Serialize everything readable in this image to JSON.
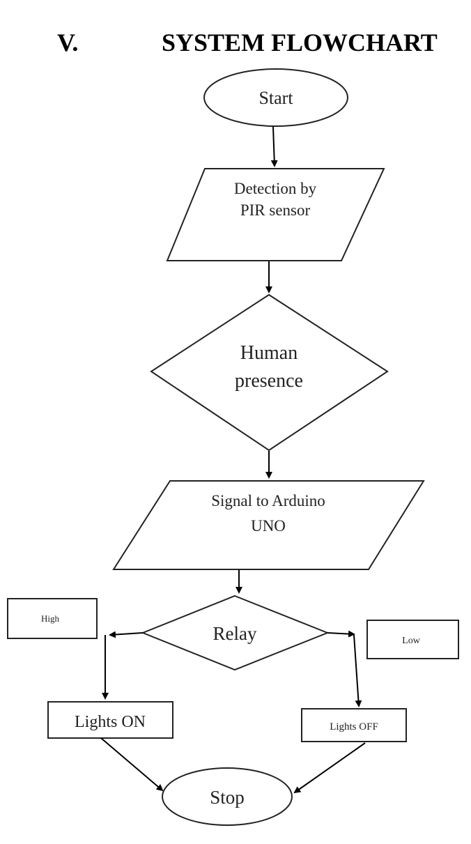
{
  "heading": {
    "number": "V.",
    "title": "SYSTEM FLOWCHART"
  },
  "flowchart": {
    "start": "Start",
    "detection": [
      "Detection by",
      "PIR sensor"
    ],
    "decision_presence": [
      "Human",
      "presence"
    ],
    "signal": [
      "Signal to Arduino",
      "UNO"
    ],
    "relay": "Relay",
    "branch_high": "High",
    "branch_low": "Low",
    "lights_on": "Lights ON",
    "lights_off": "Lights OFF",
    "stop": "Stop"
  }
}
